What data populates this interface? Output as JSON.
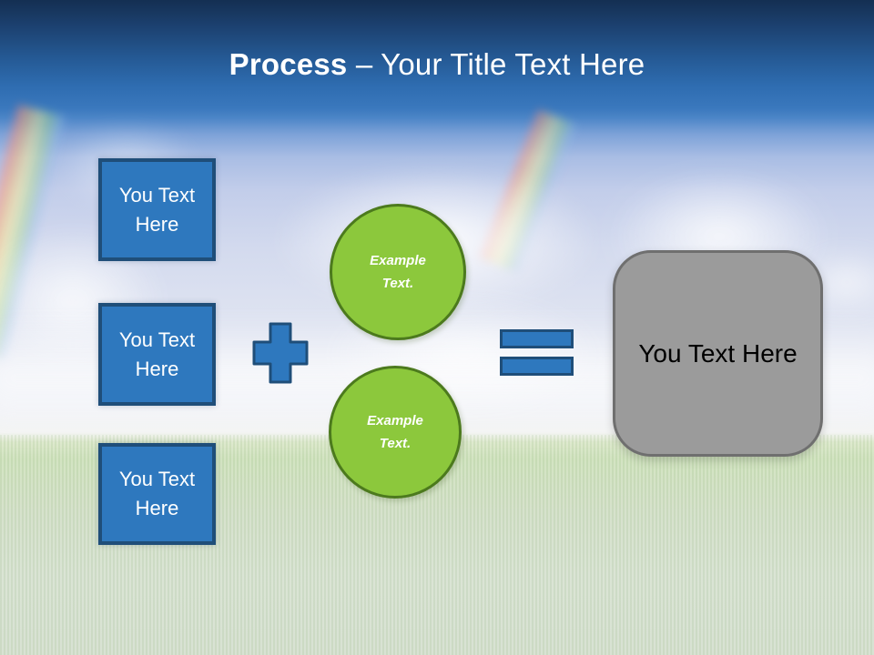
{
  "title": {
    "emphasis": "Process",
    "rest": " – Your Title Text Here"
  },
  "process_steps": [
    {
      "label": "You Text Here"
    },
    {
      "label": "You Text Here"
    },
    {
      "label": "You Text Here"
    }
  ],
  "example_circles": [
    {
      "label": "Example Text."
    },
    {
      "label": "Example Text."
    }
  ],
  "result": {
    "label": "You Text Here"
  },
  "icons": {
    "plus": "plus-sign",
    "equals": "equals-sign"
  },
  "colors": {
    "accent_blue": "#2e78be",
    "blue_border": "#1f4e79",
    "green": "#8cc83c",
    "green_border": "#4c7a1d",
    "gray": "#9b9b9b",
    "gray_border": "#6f6f6f",
    "header_top": "#142f52",
    "header_blue": "#2e6db4",
    "title_text": "#ffffff"
  }
}
